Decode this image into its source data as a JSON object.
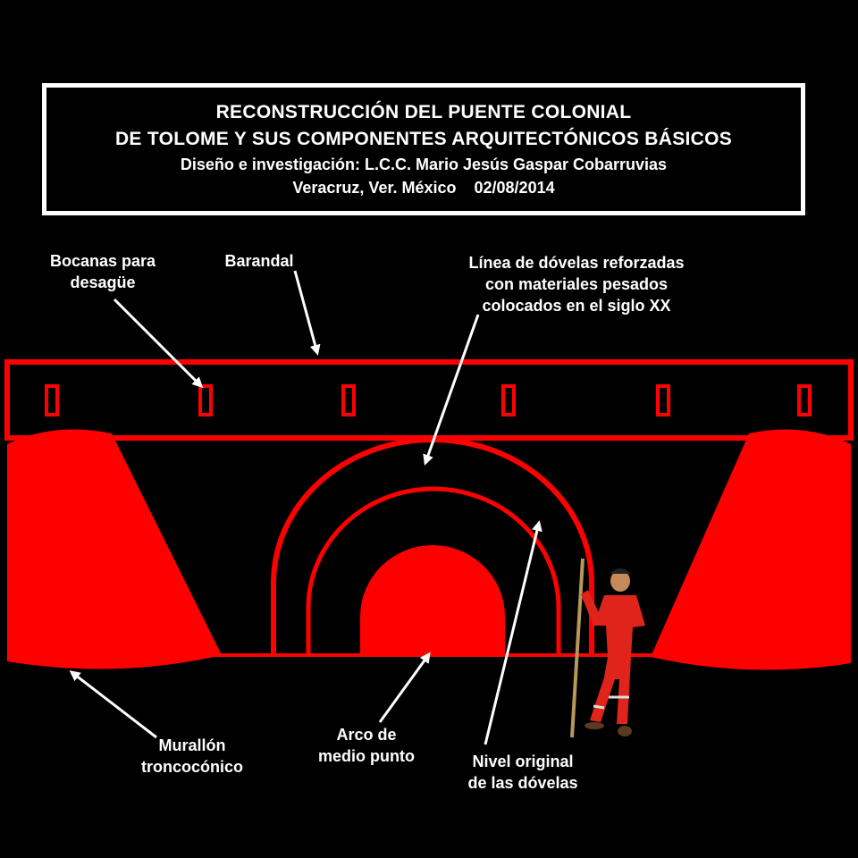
{
  "title": {
    "line1": "RECONSTRUCCIÓN DEL PUENTE COLONIAL",
    "line2": "DE TOLOME Y SUS COMPONENTES ARQUITECTÓNICOS BÁSICOS",
    "line3": "Diseño e investigación: L.C.C. Mario Jesús Gaspar Cobarruvias",
    "location": "Veracruz, Ver. México",
    "date": "02/08/2014"
  },
  "labels": {
    "bocanas": "Bocanas para\ndesagüe",
    "barandal": "Barandal",
    "dovelas_reforzadas": "Línea de dóvelas reforzadas\ncon materiales pesados\ncolocados en el siglo XX",
    "murallon": "Murallón\ntroncocónico",
    "arco": "Arco de\nmedio punto",
    "nivel_original": "Nivel original\nde las dóvelas"
  },
  "colors": {
    "background": "#000000",
    "structure": "#ff0000",
    "text": "#ffffff"
  },
  "figure": {
    "person": "worker-with-staff"
  }
}
